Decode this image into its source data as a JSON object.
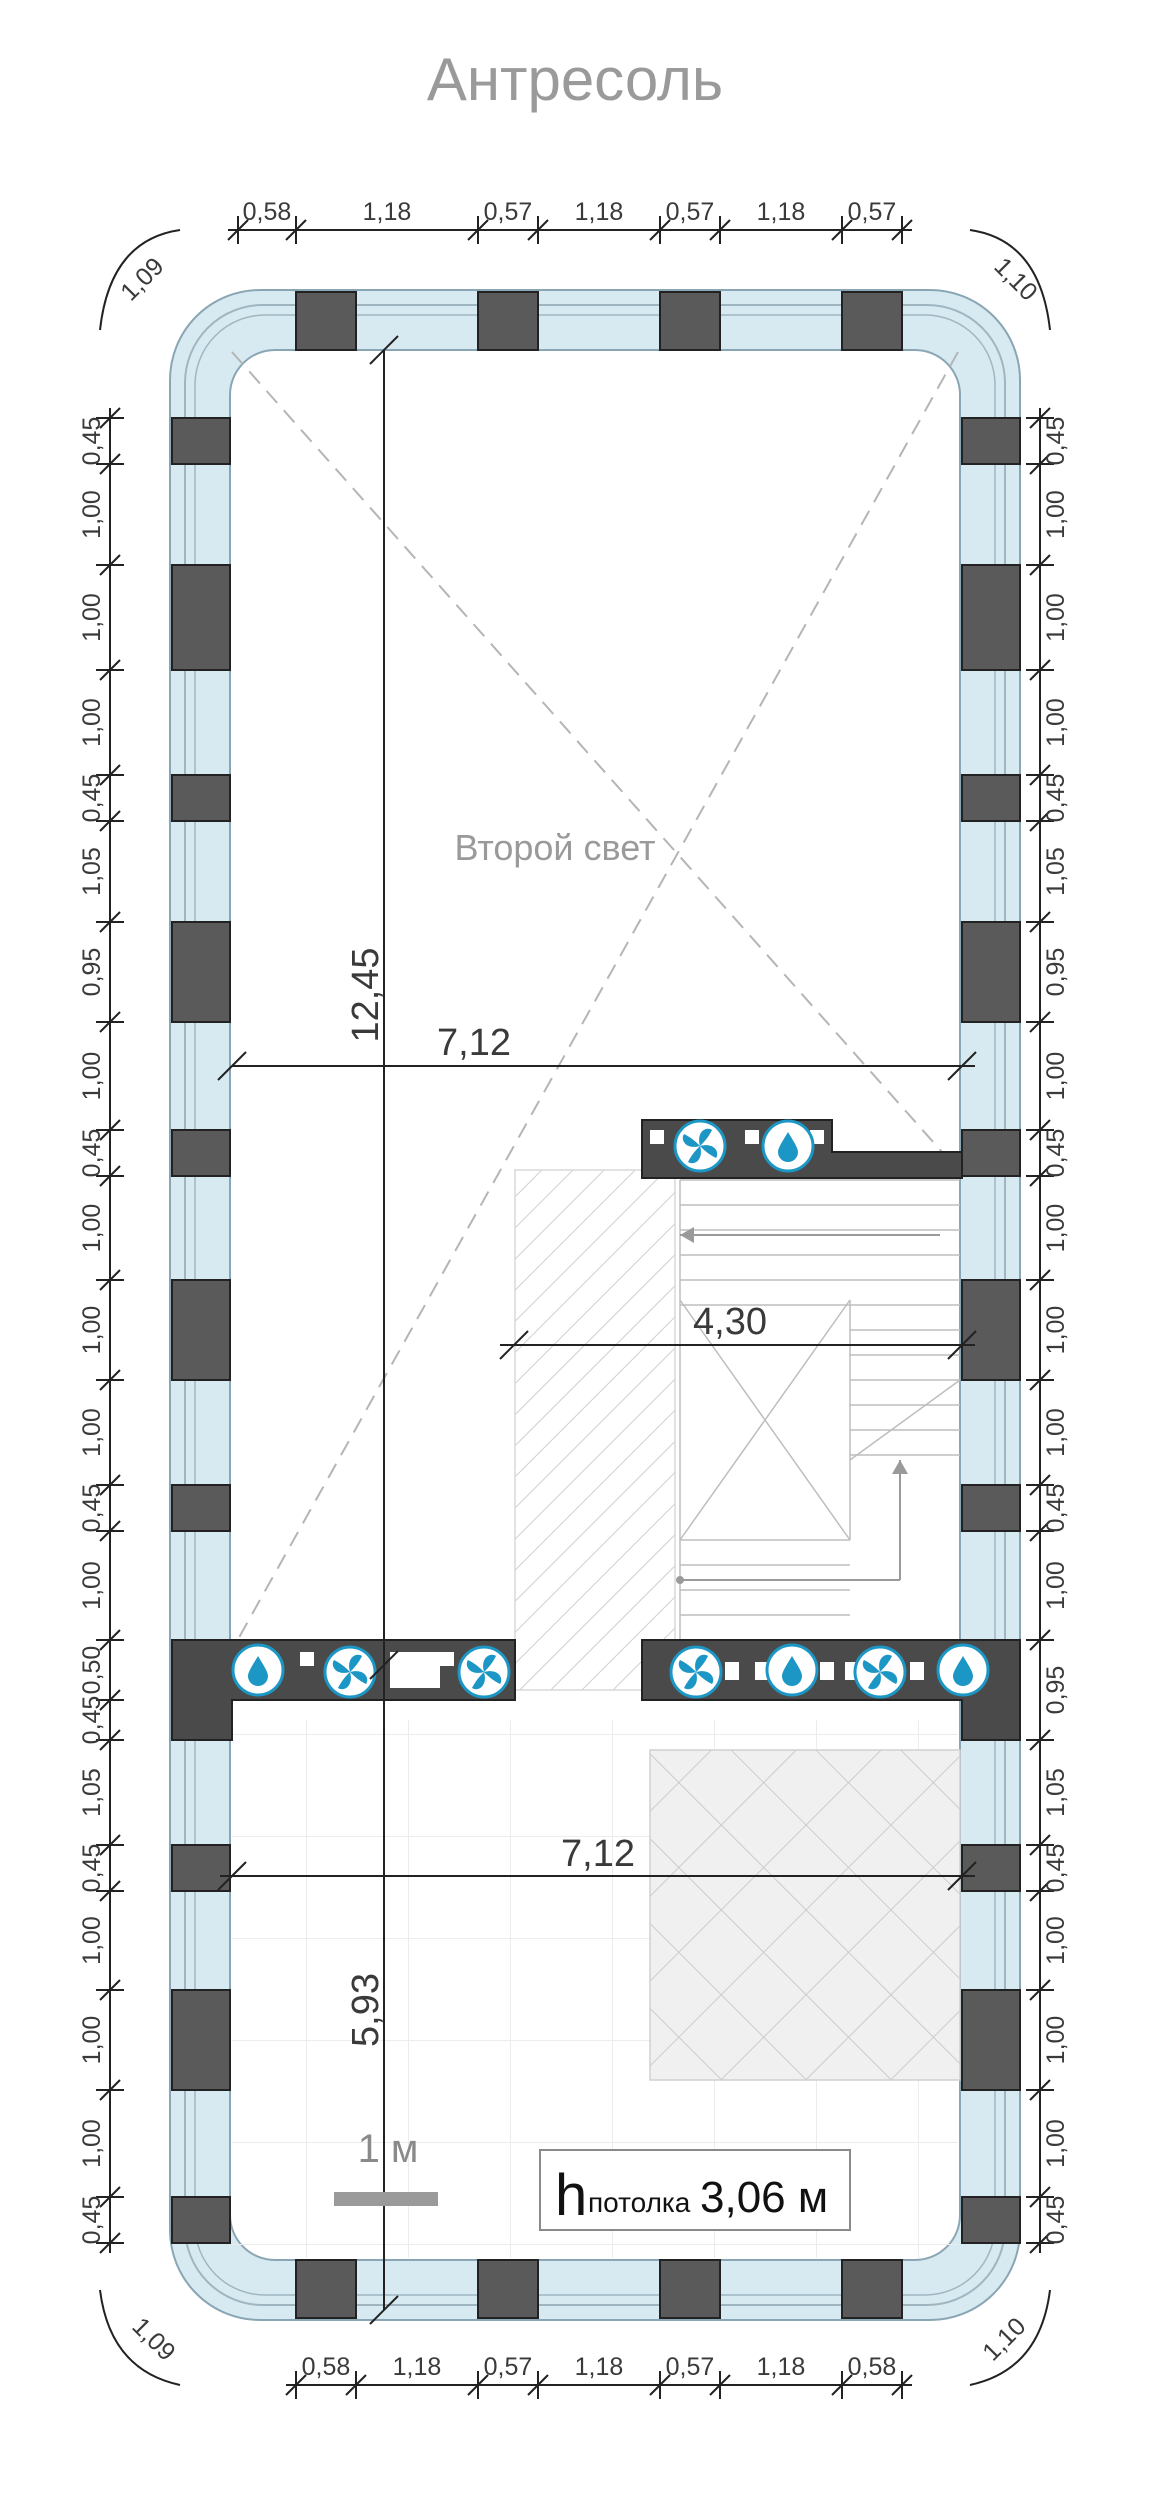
{
  "title": "Антресоль",
  "room_label": "Второй свет",
  "ceiling": {
    "prefix": "h",
    "subscript": "потолка",
    "value": "3,06 м"
  },
  "scale_label": "1 м",
  "top_dims": [
    "0,58",
    "1,18",
    "0,57",
    "1,18",
    "0,57",
    "1,18",
    "0,57"
  ],
  "bottom_dims": [
    "0,58",
    "1,18",
    "0,57",
    "1,18",
    "0,57",
    "1,18",
    "0,58"
  ],
  "corner_dims": {
    "top_left": "1,09",
    "top_right": "1,10",
    "bottom_left": "1,09",
    "bottom_right": "1,10"
  },
  "left_dims": [
    "0,45",
    "1,00",
    "1,00",
    "1,00",
    "0,45",
    "1,05",
    "0,95",
    "1,00",
    "0,45",
    "1,00",
    "1,00",
    "1,00",
    "0,45",
    "1,00",
    "0,50",
    "0,45",
    "1,05",
    "0,45",
    "1,00",
    "1,00",
    "1,00",
    "0,45"
  ],
  "right_dims": [
    "0,45",
    "1,00",
    "1,00",
    "1,00",
    "0,45",
    "1,05",
    "0,95",
    "1,00",
    "0,45",
    "1,00",
    "1,00",
    "1,00",
    "0,45",
    "1,00",
    "0,95",
    "1,05",
    "0,45",
    "1,00",
    "1,00",
    "1,00",
    "0,45"
  ],
  "inner_dims": {
    "length_upper": "12,45",
    "length_lower": "5,93",
    "width_upper": "7,12",
    "width_lower": "7,12",
    "stair_width": "4,30"
  },
  "equipment_icons": [
    "fan-icon",
    "water-drop-icon"
  ],
  "colors": {
    "glazing": "#d7eaf2",
    "column": "#5a5a5a",
    "icon": "#1c96c4",
    "title": "#9a9a9a"
  }
}
